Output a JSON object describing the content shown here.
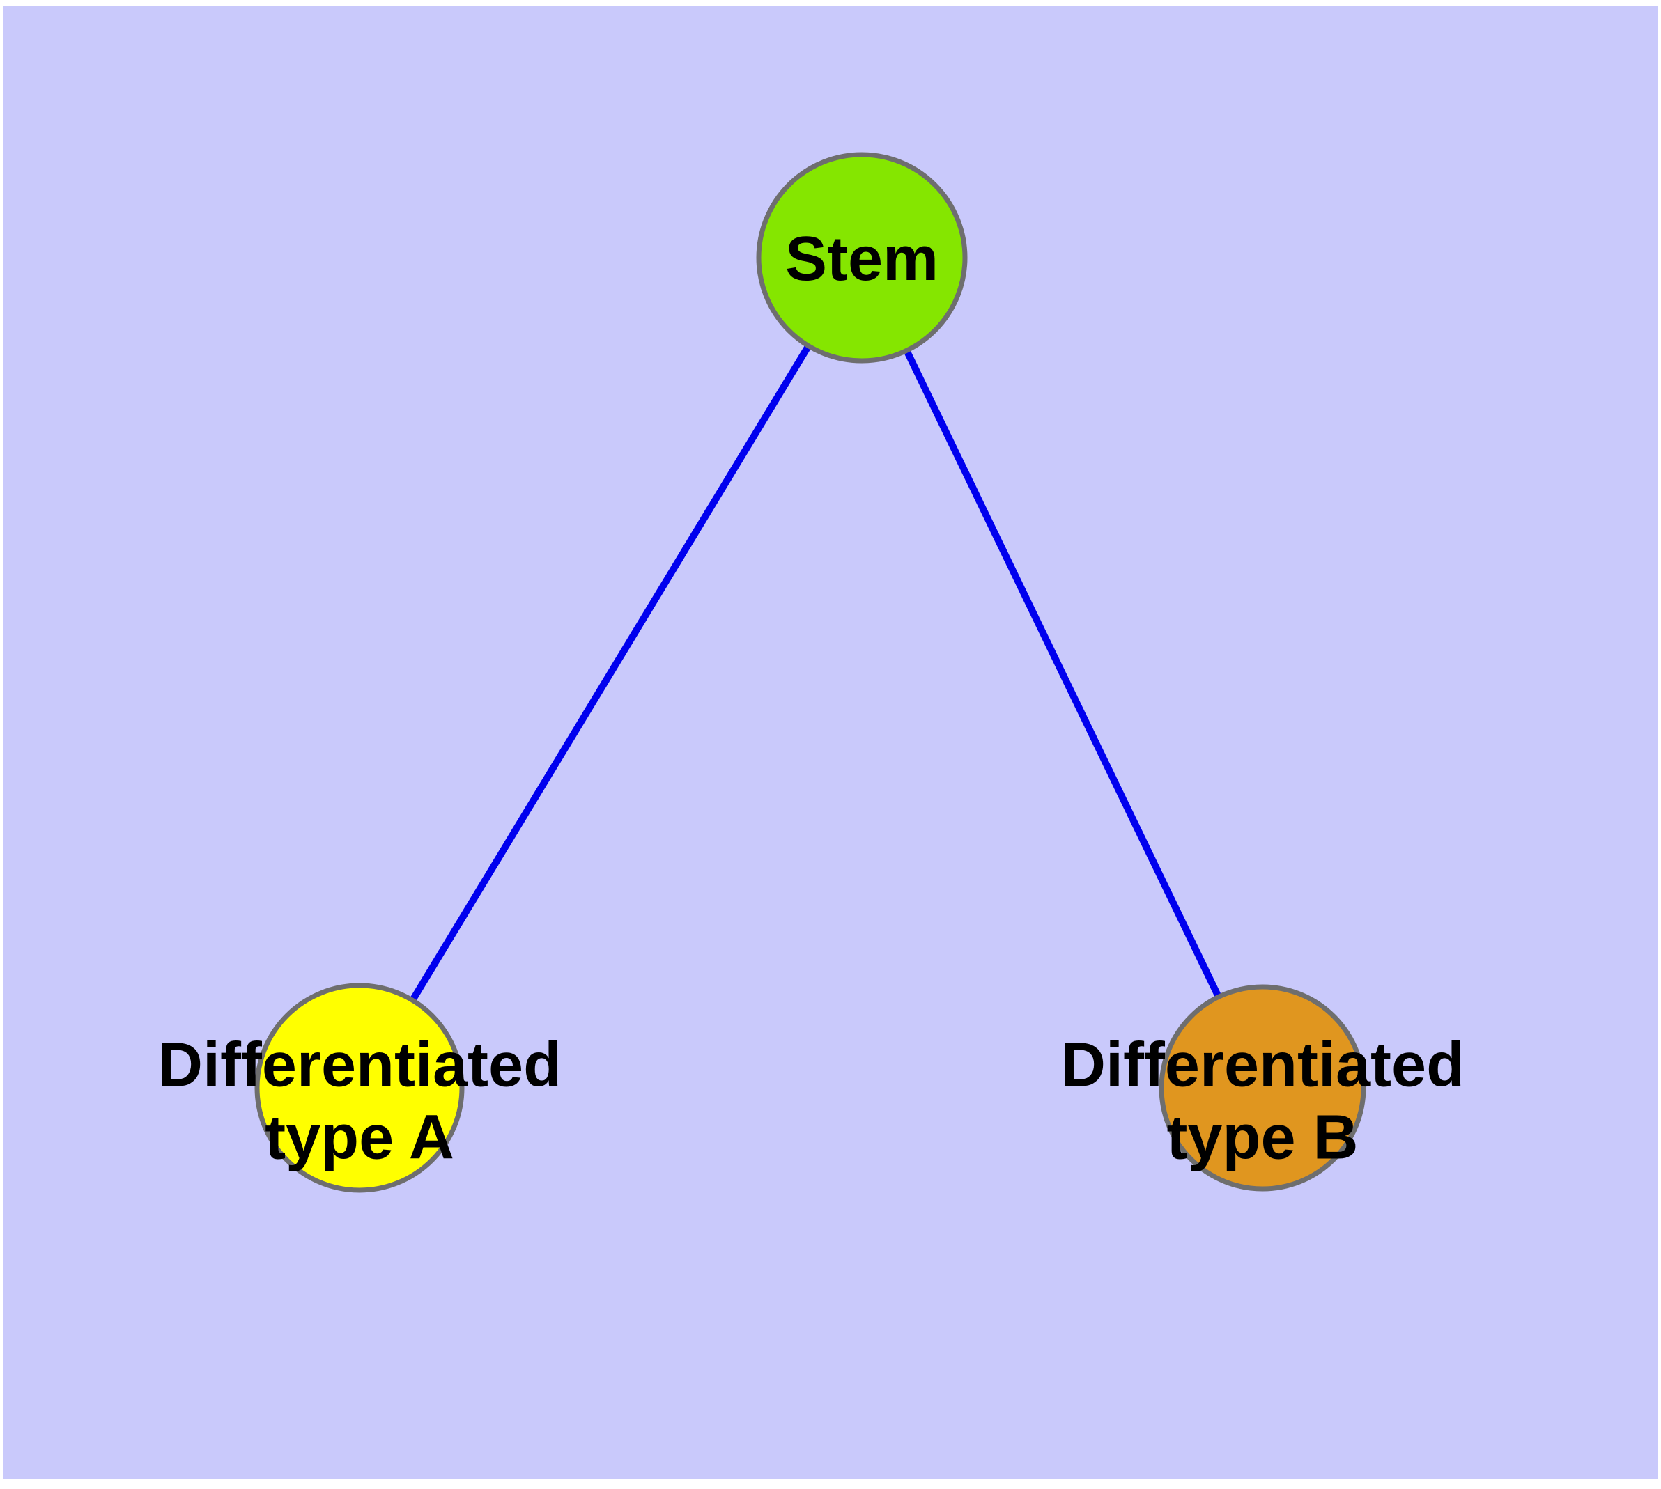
{
  "diagram": {
    "type": "node-link-graph",
    "page_background_color": "#ffffff",
    "canvas_color": "#c9c9fb",
    "edge_color": "#0000ee",
    "node_border_color": "#6e6e6e",
    "label_color": "#000000",
    "nodes": [
      {
        "id": "stem",
        "label": "Stem",
        "fill": "#85e600"
      },
      {
        "id": "diff-a",
        "label": "Differentiated\ntype A",
        "fill": "#ffff00"
      },
      {
        "id": "diff-b",
        "label": "Differentiated\ntype B",
        "fill": "#e0961f"
      }
    ],
    "edges": [
      {
        "from": "stem",
        "to": "diff-a"
      },
      {
        "from": "stem",
        "to": "diff-b"
      }
    ]
  }
}
